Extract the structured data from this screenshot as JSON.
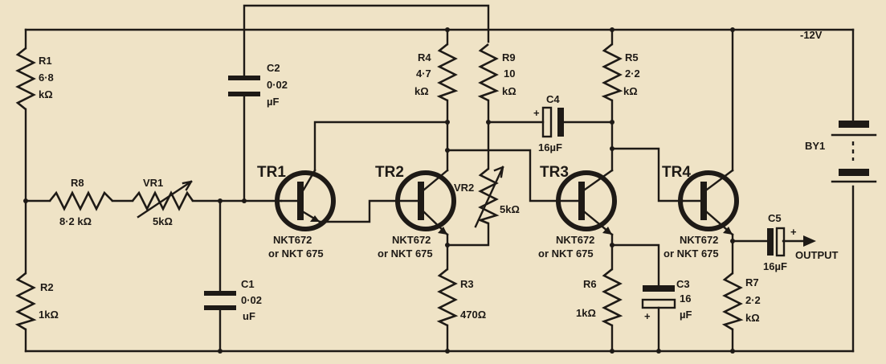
{
  "supply": "-12V",
  "battery": "BY1",
  "output": "OUTPUT",
  "resistors": {
    "r1": {
      "name": "R1",
      "value": "6·8",
      "unit": "kΩ"
    },
    "r2": {
      "name": "R2",
      "value": "1kΩ"
    },
    "r3": {
      "name": "R3",
      "value": "470Ω"
    },
    "r4": {
      "name": "R4",
      "value": "4·7",
      "unit": "kΩ"
    },
    "r5": {
      "name": "R5",
      "value": "2·2",
      "unit": "kΩ"
    },
    "r6": {
      "name": "R6",
      "value": "1kΩ"
    },
    "r7": {
      "name": "R7",
      "value": "2·2",
      "unit": "kΩ"
    },
    "r8": {
      "name": "R8",
      "value": "8·2 kΩ"
    },
    "r9": {
      "name": "R9",
      "value": "10",
      "unit": "kΩ"
    }
  },
  "pots": {
    "vr1": {
      "name": "VR1",
      "value": "5kΩ"
    },
    "vr2": {
      "name": "VR2",
      "value": "5kΩ"
    }
  },
  "capacitors": {
    "c1": {
      "name": "C1",
      "value": "0·02",
      "unit": "uF"
    },
    "c2": {
      "name": "C2",
      "value": "0·02",
      "unit": "µF"
    },
    "c3": {
      "name": "C3",
      "value": "16",
      "unit": "µF"
    },
    "c4": {
      "name": "C4",
      "value": "16µF"
    },
    "c5": {
      "name": "C5",
      "value": "16µF"
    }
  },
  "transistors": {
    "tr1": {
      "name": "TR1",
      "part": "NKT672",
      "alt": "or NKT 675"
    },
    "tr2": {
      "name": "TR2",
      "part": "NKT672",
      "alt": "or NKT 675"
    },
    "tr3": {
      "name": "TR3",
      "part": "NKT672",
      "alt": "or NKT 675"
    },
    "tr4": {
      "name": "TR4",
      "part": "NKT672",
      "alt": "or NKT 675"
    }
  },
  "plus_sign": "+"
}
